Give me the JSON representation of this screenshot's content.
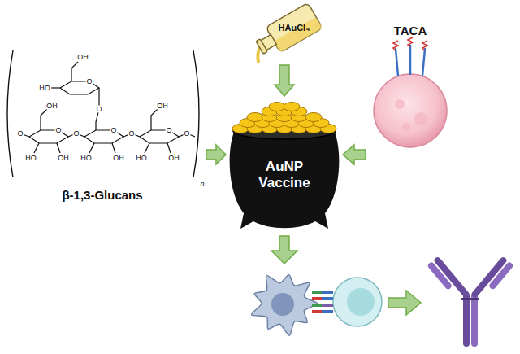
{
  "diagram": {
    "nodes": [
      {
        "text": [
          "HAuCl₄"
        ]
      },
      {
        "text": [
          "β-1,3-Glucans"
        ]
      },
      {
        "text": [
          "AuNP Vaccine"
        ]
      },
      {
        "text": [
          "TACA"
        ]
      }
    ],
    "edges": [
      {
        "from": 1,
        "to": 2,
        "arrow": "to"
      },
      {
        "from": 0,
        "to": 2,
        "arrow": "to"
      },
      {
        "from": 3,
        "to": 2,
        "arrow": "to"
      }
    ],
    "labels": [
      "OH",
      "HO",
      "O",
      "O",
      "OH",
      "OH",
      "O",
      "O",
      "O",
      "O",
      "O",
      "O",
      "O",
      "HO",
      "OH",
      "HO",
      "OH",
      "HO",
      "OH",
      "n"
    ]
  }
}
